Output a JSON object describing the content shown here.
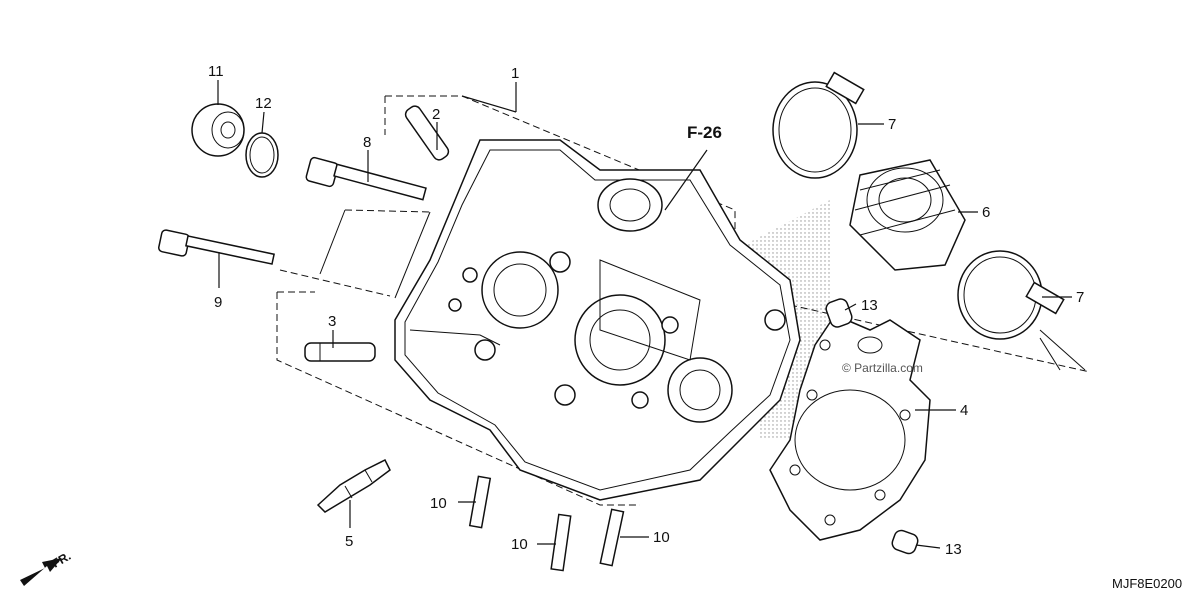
{
  "diagram": {
    "ref_label": "F-26",
    "diagram_code": "MJF8E0200",
    "watermark": "© Partzilla.com",
    "front_indicator": "FR.",
    "callouts": {
      "c1": "1",
      "c2": "2",
      "c3": "3",
      "c4": "4",
      "c5": "5",
      "c6": "6",
      "c7a": "7",
      "c7b": "7",
      "c8": "8",
      "c9": "9",
      "c10a": "10",
      "c10b": "10",
      "c10c": "10",
      "c11": "11",
      "c12": "12",
      "c13a": "13",
      "c13b": "13"
    }
  }
}
